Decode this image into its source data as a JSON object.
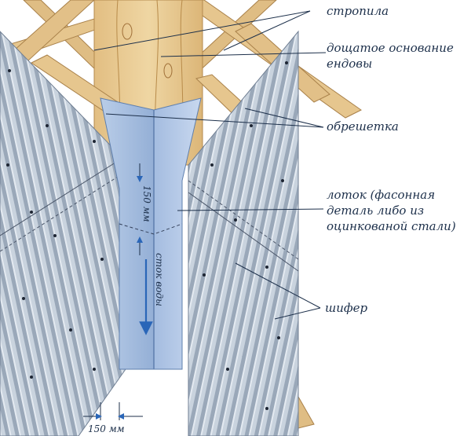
{
  "labels": {
    "rafters": "стропила",
    "valley_base_line1": "дощатое основание",
    "valley_base_line2": "ендовы",
    "battens": "обрешетка",
    "gutter_line1": "лоток (фасонная",
    "gutter_line2": "деталь либо из",
    "gutter_line3": "оцинкованой стали)",
    "slate": "шифер",
    "water_flow": "сток воды",
    "overlap_dim": "150 мм",
    "edge_dim": "150 мм"
  },
  "colors": {
    "wood": "#e7c98f",
    "wood_grain": "#b88b4a",
    "slate_light": "#c9d3de",
    "slate_dark": "#8a98aa",
    "gutter": "#a9c1e2",
    "gutter_shade": "#8fa9d0",
    "arrow": "#2a66b8",
    "text": "#1c2f4a"
  }
}
